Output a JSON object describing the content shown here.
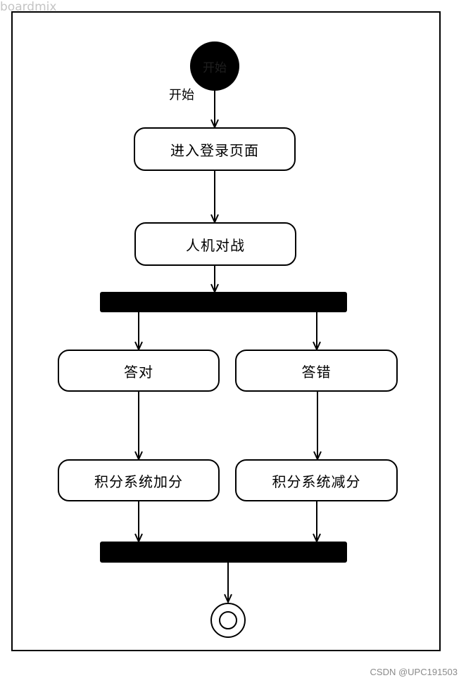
{
  "watermark": {
    "top": "boardmix",
    "bottom": "CSDN @UPC191503"
  },
  "start": {
    "circle_text": "开始",
    "label": "开始"
  },
  "nodes": {
    "login": "进入登录页面",
    "battle": "人机对战",
    "correct": "答对",
    "wrong": "答错",
    "add_points": "积分系统加分",
    "subtract_points": "积分系统减分"
  }
}
